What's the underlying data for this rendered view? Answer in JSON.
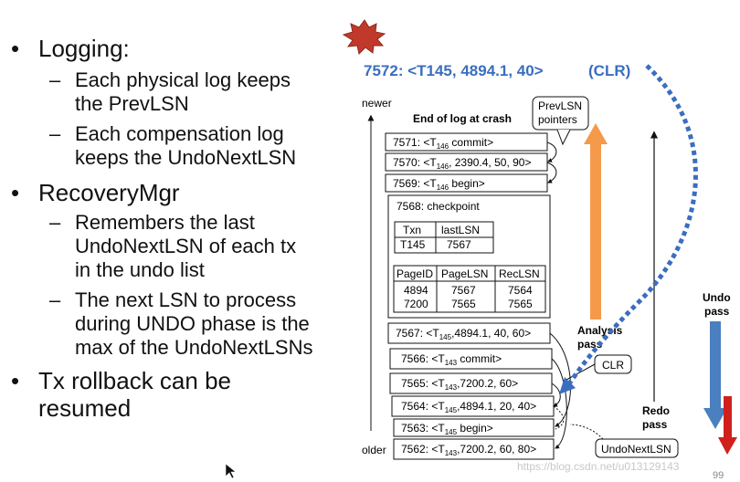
{
  "bullets": [
    {
      "text": "Logging:",
      "subs": [
        "Each physical log keeps the PrevLSN",
        "Each compensation log keeps the UndoNextLSN"
      ]
    },
    {
      "text": "RecoveryMgr",
      "subs": [
        "Remembers the last UndoNextLSN of each tx in the undo list",
        "The next LSN to process during UNDO phase is the max of the UndoNextLSNs"
      ]
    },
    {
      "text": "Tx rollback can be resumed",
      "subs": []
    }
  ],
  "bullet_lines": {
    "b1": "Logging:",
    "b1s1a": "Each physical log keeps",
    "b1s1b": "the PrevLSN",
    "b1s2a": "Each compensation log",
    "b1s2b": "keeps the UndoNextLSN",
    "b2": "RecoveryMgr",
    "b2s1a": "Remembers the last",
    "b2s1b": "UndoNextLSN of each tx",
    "b2s1c": "in the undo list",
    "b2s2a": "The next LSN to process",
    "b2s2b": "during UNDO phase is the",
    "b2s2c": "max of the UndoNextLSNs",
    "b3a": "Tx rollback can be",
    "b3b": "resumed"
  },
  "bullet_symbol": "•",
  "dash_symbol": "–",
  "clr_header": "7572: <T145, 4894.1, 40>",
  "clr_tag": "(CLR)",
  "labels": {
    "newer": "newer",
    "older": "older",
    "end_of_log": "End of log at crash",
    "prevlsn_a": "PrevLSN",
    "prevlsn_b": "pointers",
    "analysis_a": "Analysis",
    "analysis_b": "pass",
    "redo_a": "Redo",
    "redo_b": "pass",
    "undo_a": "Undo",
    "undo_b": "pass",
    "clr": "CLR",
    "undonextlsn": "UndoNextLSN"
  },
  "log_records": [
    {
      "lsn": "7571",
      "pre": "7571: <T",
      "sub": "146",
      "post": " commit>"
    },
    {
      "lsn": "7570",
      "pre": "7570: <T",
      "sub": "146",
      "post": ", 2390.4, 50, 90>"
    },
    {
      "lsn": "7569",
      "pre": "7569: <T",
      "sub": "146",
      "post": " begin>"
    },
    {
      "lsn": "7567",
      "pre": "7567: <T",
      "sub": "145",
      "post": ",4894.1, 40, 60>"
    },
    {
      "lsn": "7566",
      "pre": "7566: <T",
      "sub": "143",
      "post": " commit>"
    },
    {
      "lsn": "7565",
      "pre": "7565: <T",
      "sub": "143",
      "post": ",7200.2, 60>"
    },
    {
      "lsn": "7564",
      "pre": "7564: <T",
      "sub": "145",
      "post": ",4894.1, 20, 40>"
    },
    {
      "lsn": "7563",
      "pre": "7563: <T",
      "sub": "145",
      "post": " begin>"
    },
    {
      "lsn": "7562",
      "pre": "7562: <T",
      "sub": "143",
      "post": ",7200.2, 60, 80>"
    }
  ],
  "checkpoint": {
    "title": "7568: checkpoint",
    "txn_table": {
      "headers": [
        "Txn",
        "lastLSN"
      ],
      "rows": [
        [
          "T145",
          "7567"
        ]
      ]
    },
    "dpt": {
      "headers": [
        "PageID",
        "PageLSN",
        "RecLSN"
      ],
      "rows": [
        [
          "4894",
          "7567",
          "7564"
        ],
        [
          "7200",
          "7565",
          "7565"
        ]
      ]
    }
  },
  "watermark": "https://blog.csdn.net/u013129143",
  "page_number": "99",
  "colors": {
    "clr_header": "#3a6ebf",
    "analysis": "#f59a4a",
    "undo": "#4a7fc0",
    "red": "#d0201e",
    "burst": "#c0392b"
  }
}
